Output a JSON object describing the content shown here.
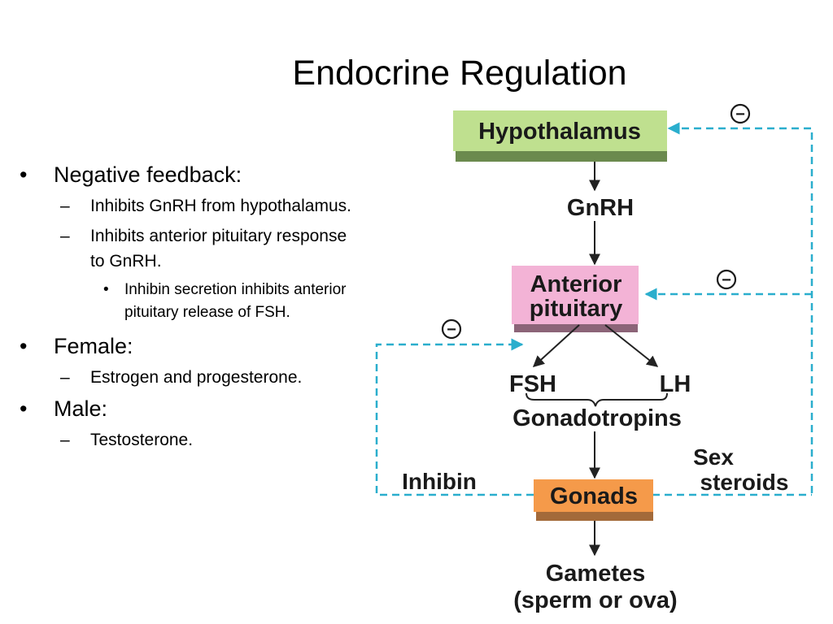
{
  "title": "Endocrine Regulation",
  "bullets": {
    "negative_feedback": {
      "label": "Negative feedback:",
      "subs": [
        "Inhibits GnRH from hypothalamus.",
        "Inhibits anterior pituitary response to GnRH."
      ],
      "subsub": "Inhibin secretion inhibits anterior pituitary release of FSH."
    },
    "female": {
      "label": "Female:",
      "subs": [
        "Estrogen and progesterone."
      ]
    },
    "male": {
      "label": "Male:",
      "subs": [
        "Testosterone."
      ]
    },
    "marker_l1": "•",
    "marker_l2": "–",
    "marker_l3": "•"
  },
  "diagram": {
    "nodes": {
      "hypothalamus": "Hypothalamus",
      "gnrh": "GnRH",
      "anterior_pituitary": [
        "Anterior",
        "pituitary"
      ],
      "fsh": "FSH",
      "lh": "LH",
      "gonadotropins": "Gonadotropins",
      "gonads": "Gonads",
      "gametes": [
        "Gametes",
        "(sperm or ova)"
      ]
    },
    "labels": {
      "inhibin": "Inhibin",
      "sex_steroids": [
        "Sex",
        "steroids"
      ],
      "minus_sign": "−"
    },
    "colors": {
      "hypothalamus_box": "#bfe08f",
      "hypothalamus_shadow": "#6b8a4e",
      "pituitary_box": "#f3b3d6",
      "pituitary_shadow": "#8c6478",
      "gonads_box": "#f59a4a",
      "gonads_shadow": "#a36a3a",
      "feedback_line": "#2aaecd",
      "arrow": "#222222"
    }
  }
}
